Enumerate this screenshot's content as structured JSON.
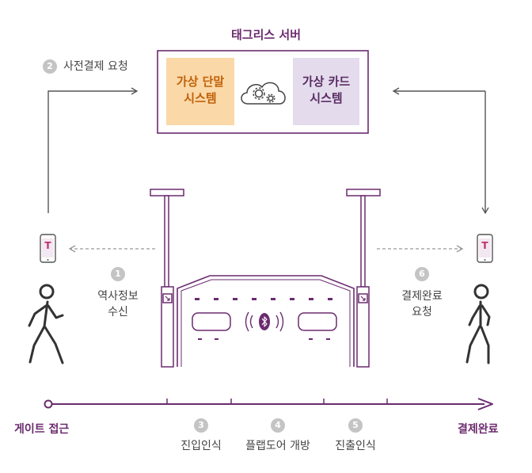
{
  "title": "태그리스 서버",
  "terminal_system": {
    "line1": "가상 단말",
    "line2": "시스템"
  },
  "card_system": {
    "line1": "가상 카드",
    "line2": "시스템"
  },
  "steps": [
    {
      "number": "1",
      "line1": "역사정보",
      "line2": "수신"
    },
    {
      "number": "2",
      "label": "사전결제 요청"
    },
    {
      "number": "3",
      "label": "진입인식"
    },
    {
      "number": "4",
      "label": "플랩도어 개방"
    },
    {
      "number": "5",
      "label": "진출인식"
    },
    {
      "number": "6",
      "line1": "결제완료",
      "line2": "요청"
    }
  ],
  "timeline": {
    "start": "게이트 접근",
    "end": "결제완료"
  },
  "phone_logo": "T",
  "colors": {
    "purple": "#6b2b6f",
    "terminal_fill": "#fbd8a8",
    "card_fill": "#e4dced",
    "badge": "#c4c4c4",
    "line": "#555555"
  },
  "icons": [
    "cloud-gear-icon",
    "phone-icon",
    "person-walking-icon",
    "bluetooth-icon",
    "sensor-icon"
  ]
}
